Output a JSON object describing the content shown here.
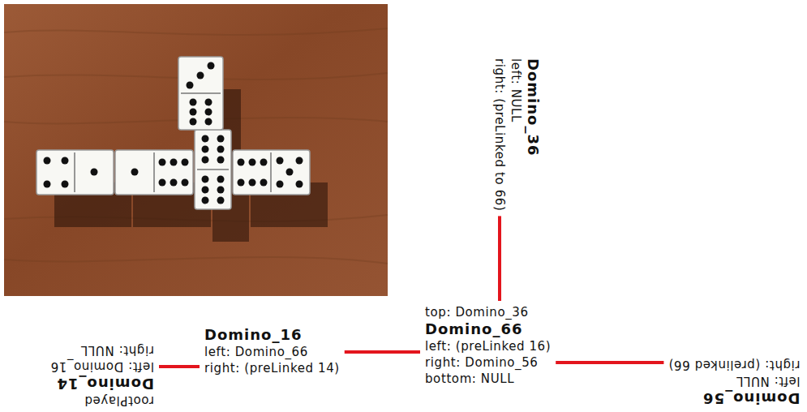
{
  "diagram": {
    "nodes": [
      {
        "text": [
          "Domino_36",
          "left: NULL",
          "right: (preLinked to 66)"
        ]
      },
      {
        "text": [
          "rootPlayed",
          "Domino_14",
          "left: Domino_16",
          "right: NULL"
        ]
      },
      {
        "text": [
          "Domino_16",
          "left: Domino_66",
          "right: (preLinked 14)"
        ]
      },
      {
        "text": [
          "top: Domino_36",
          "Domino_66",
          "left: (preLinked 16)",
          "right: Domino_56",
          "bottom: NULL"
        ]
      },
      {
        "text": [
          "Domino_56",
          "left: NULL",
          "right: (prelinked 66)"
        ]
      }
    ],
    "edges": [
      {
        "from": 0,
        "to": 3,
        "arrow": "none"
      },
      {
        "from": 2,
        "to": 3,
        "arrow": "none"
      },
      {
        "from": 3,
        "to": 4,
        "arrow": "none"
      },
      {
        "from": 1,
        "to": 2,
        "arrow": "none"
      }
    ]
  }
}
